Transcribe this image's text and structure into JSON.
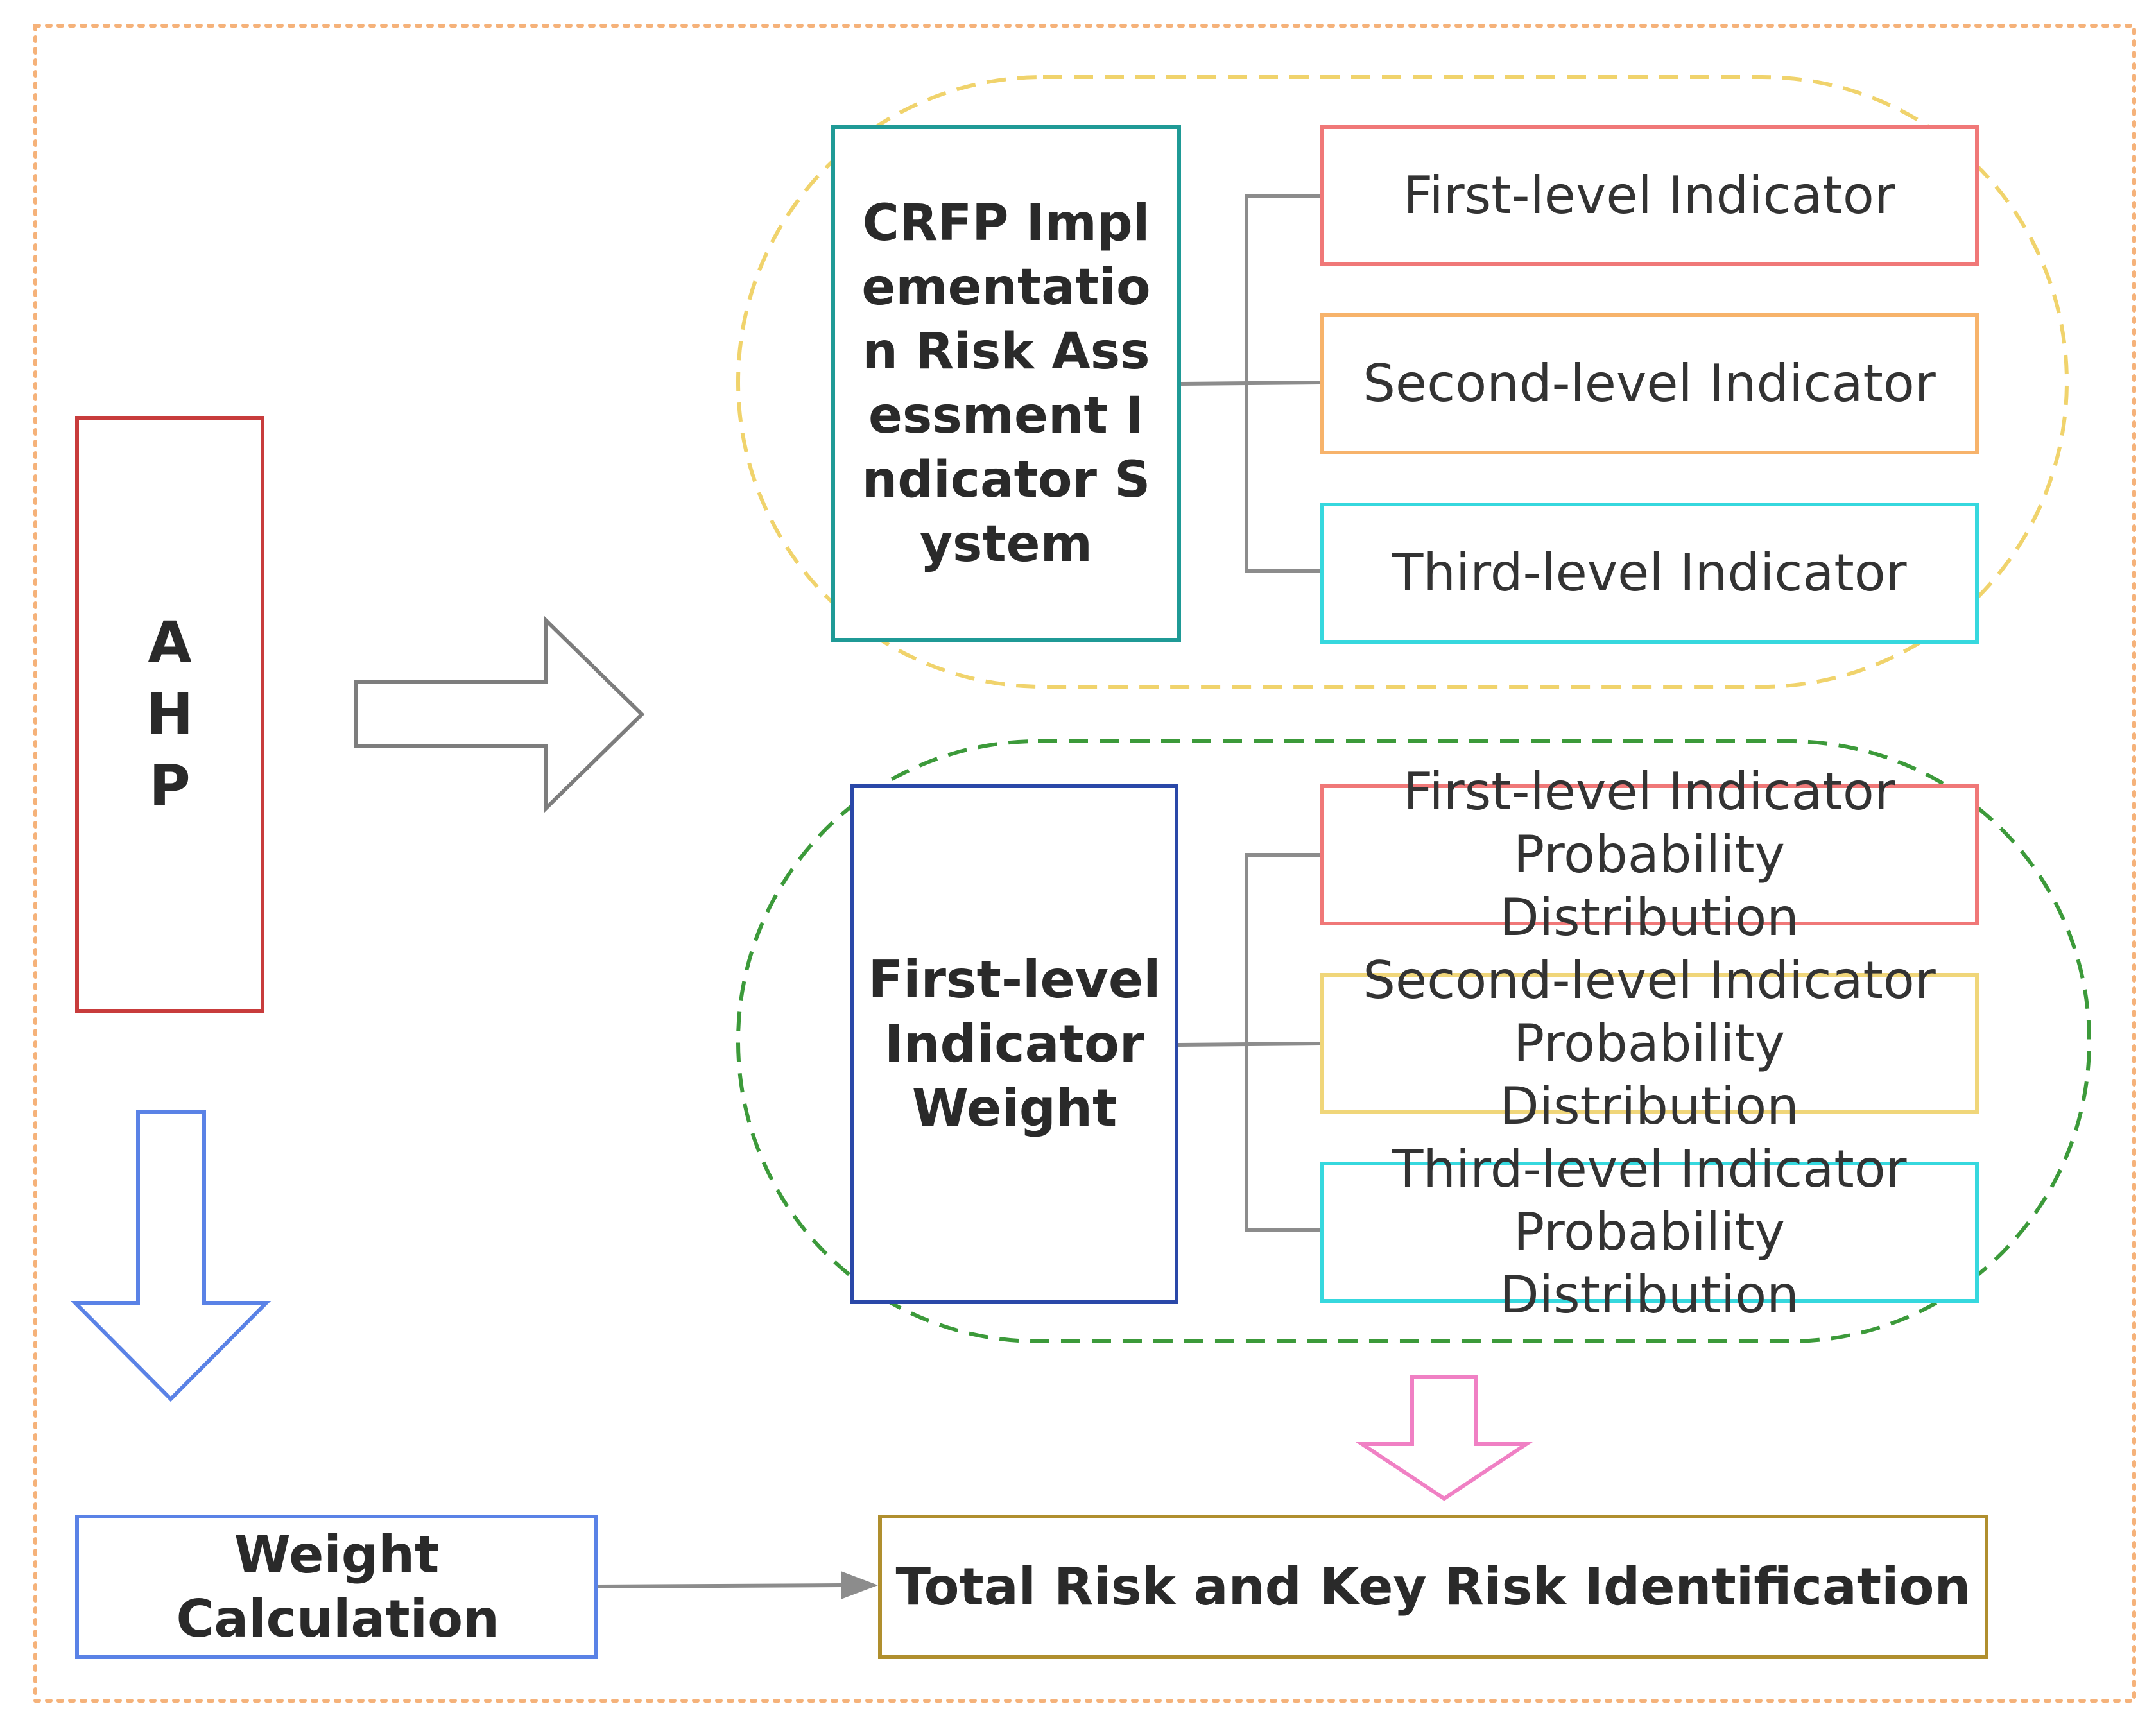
{
  "ahp": {
    "label": "A\nH\nP"
  },
  "system": {
    "label": "CRFP Implementation Risk Assessment Indicator System"
  },
  "system_indicators": [
    {
      "label": "First-level Indicator",
      "color": "#f07878"
    },
    {
      "label": "Second-level Indicator",
      "color": "#f7b36b"
    },
    {
      "label": "Third-level Indicator",
      "color": "#36d8de"
    }
  ],
  "weight": {
    "label": "First-level Indicator Weight"
  },
  "distributions": [
    {
      "label": "First-level Indicator Probability Distribution",
      "color": "#f07878"
    },
    {
      "label": "Second-level Indicator Probability Distribution",
      "color": "#f0d67a"
    },
    {
      "label": "Third-level Indicator Probability Distribution",
      "color": "#36d8de"
    }
  ],
  "weight_calculation": {
    "label": "Weight Calculation"
  },
  "total": {
    "label": "Total Risk and Key Risk Identification"
  },
  "colors": {
    "outer_border": "#f5b27a",
    "ahp_border": "#c83c3c",
    "system_border": "#1f9a96",
    "weight_border": "#2a48a8",
    "calc_border": "#5a82e6",
    "total_border": "#b08f2e",
    "yellow_group": "#f0d36c",
    "green_group": "#3c9a3a",
    "pink_arrow": "#f080c4",
    "blue_arrow": "#5a82e6",
    "gray_arrow": "#7d7d7d",
    "connector": "#8c8c8c"
  }
}
